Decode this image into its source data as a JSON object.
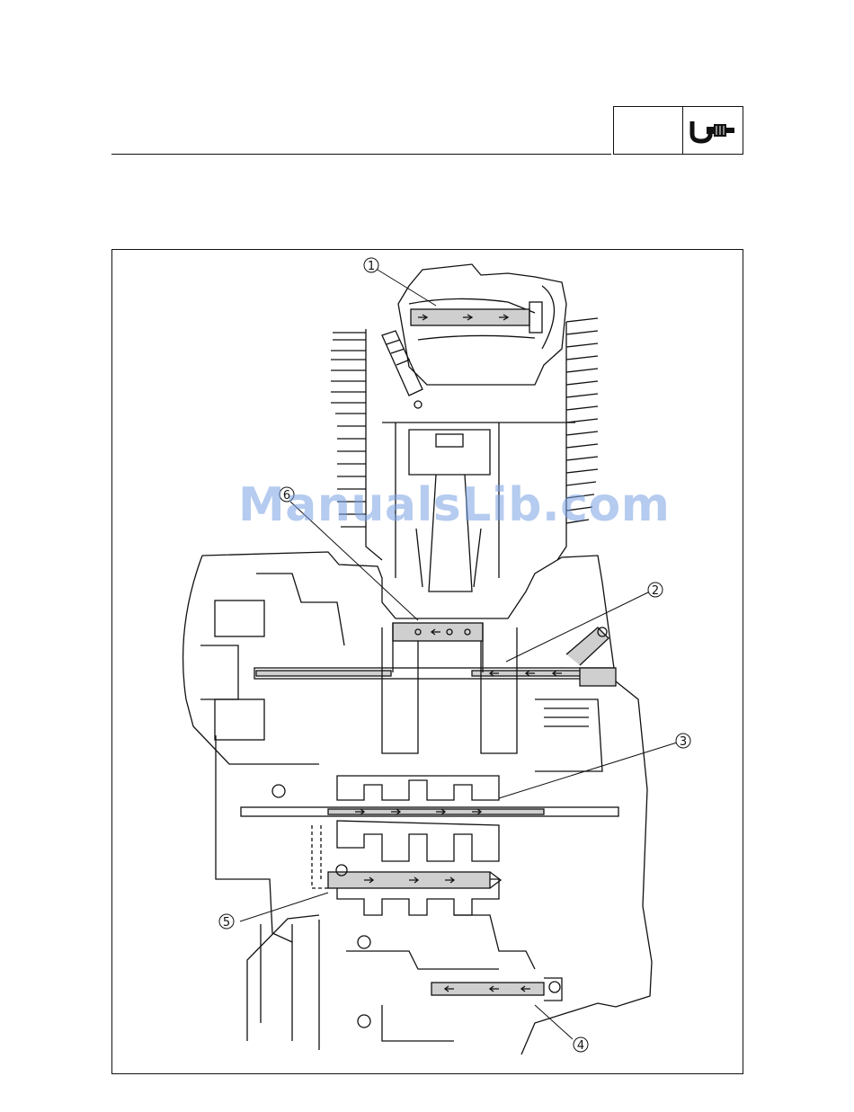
{
  "header": {
    "icon": "micrometer-tool-icon",
    "blank_box_text": ""
  },
  "figure": {
    "callouts": [
      {
        "id": 1,
        "label": "①"
      },
      {
        "id": 2,
        "label": "②"
      },
      {
        "id": 3,
        "label": "③"
      },
      {
        "id": 4,
        "label": "④"
      },
      {
        "id": 5,
        "label": "⑤"
      },
      {
        "id": 6,
        "label": "⑥"
      }
    ],
    "colors": {
      "line": "#111111",
      "oil_fill": "#cfcfcf"
    }
  },
  "watermark": {
    "text": "ManualsLib.com"
  }
}
